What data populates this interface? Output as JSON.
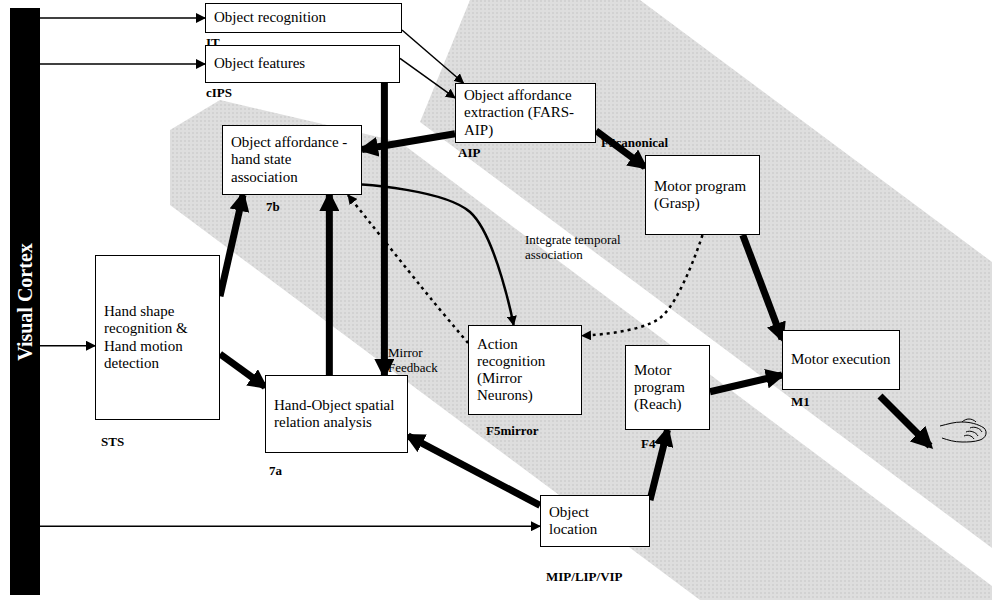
{
  "diagram": {
    "nodes": [
      {
        "text": [
          "Visual Cortex"
        ]
      },
      {
        "text": [
          "Object recognition",
          "IT"
        ]
      },
      {
        "text": [
          "Object features",
          "cIPS"
        ]
      },
      {
        "text": [
          "Object affordance extraction (FARS-AIP)",
          "AIP"
        ]
      },
      {
        "text": [
          "Motor program (Grasp)",
          "F5canonical"
        ]
      },
      {
        "text": [
          "Object affordance - hand state association",
          "7b"
        ]
      },
      {
        "text": [
          "Hand shape recognition & Hand motion detection",
          "STS"
        ]
      },
      {
        "text": [
          "Action recognition (Mirror Neurons)",
          "F5mirror"
        ]
      },
      {
        "text": [
          "Motor program (Reach)",
          "F4"
        ]
      },
      {
        "text": [
          "Motor execution",
          "M1"
        ]
      },
      {
        "text": [
          "Hand-Object spatial relation analysis",
          "7a"
        ]
      },
      {
        "text": [
          "Object location",
          "MIP/LIP/VIP"
        ]
      }
    ],
    "edges": [
      {
        "from": 0,
        "to": 1,
        "arrow": "to"
      },
      {
        "from": 0,
        "to": 2,
        "arrow": "to"
      },
      {
        "from": 0,
        "to": 6,
        "arrow": "to"
      },
      {
        "from": 0,
        "to": 11,
        "arrow": "to"
      },
      {
        "from": 1,
        "to": 3,
        "arrow": "to"
      },
      {
        "from": 2,
        "to": 3,
        "arrow": "to"
      },
      {
        "from": 2,
        "to": 10,
        "arrow": "to"
      },
      {
        "from": 3,
        "to": 5,
        "arrow": "to"
      },
      {
        "from": 3,
        "to": 4,
        "arrow": "to"
      },
      {
        "from": 5,
        "to": 7,
        "arrow": "to"
      },
      {
        "from": 7,
        "to": 5,
        "label": "Mirror Feedback",
        "arrow": "to"
      },
      {
        "from": 4,
        "to": 7,
        "arrow": "to"
      },
      {
        "from": 4,
        "to": 9,
        "arrow": "to"
      },
      {
        "from": 8,
        "to": 9,
        "arrow": "to"
      },
      {
        "from": 11,
        "to": 8,
        "arrow": "to"
      },
      {
        "from": 11,
        "to": 10,
        "arrow": "to"
      },
      {
        "from": 10,
        "to": 5,
        "arrow": "to"
      },
      {
        "from": 6,
        "to": 5,
        "arrow": "to"
      },
      {
        "from": 6,
        "to": 10,
        "arrow": "to"
      }
    ],
    "labels": [
      "Integrate temporal association"
    ]
  }
}
